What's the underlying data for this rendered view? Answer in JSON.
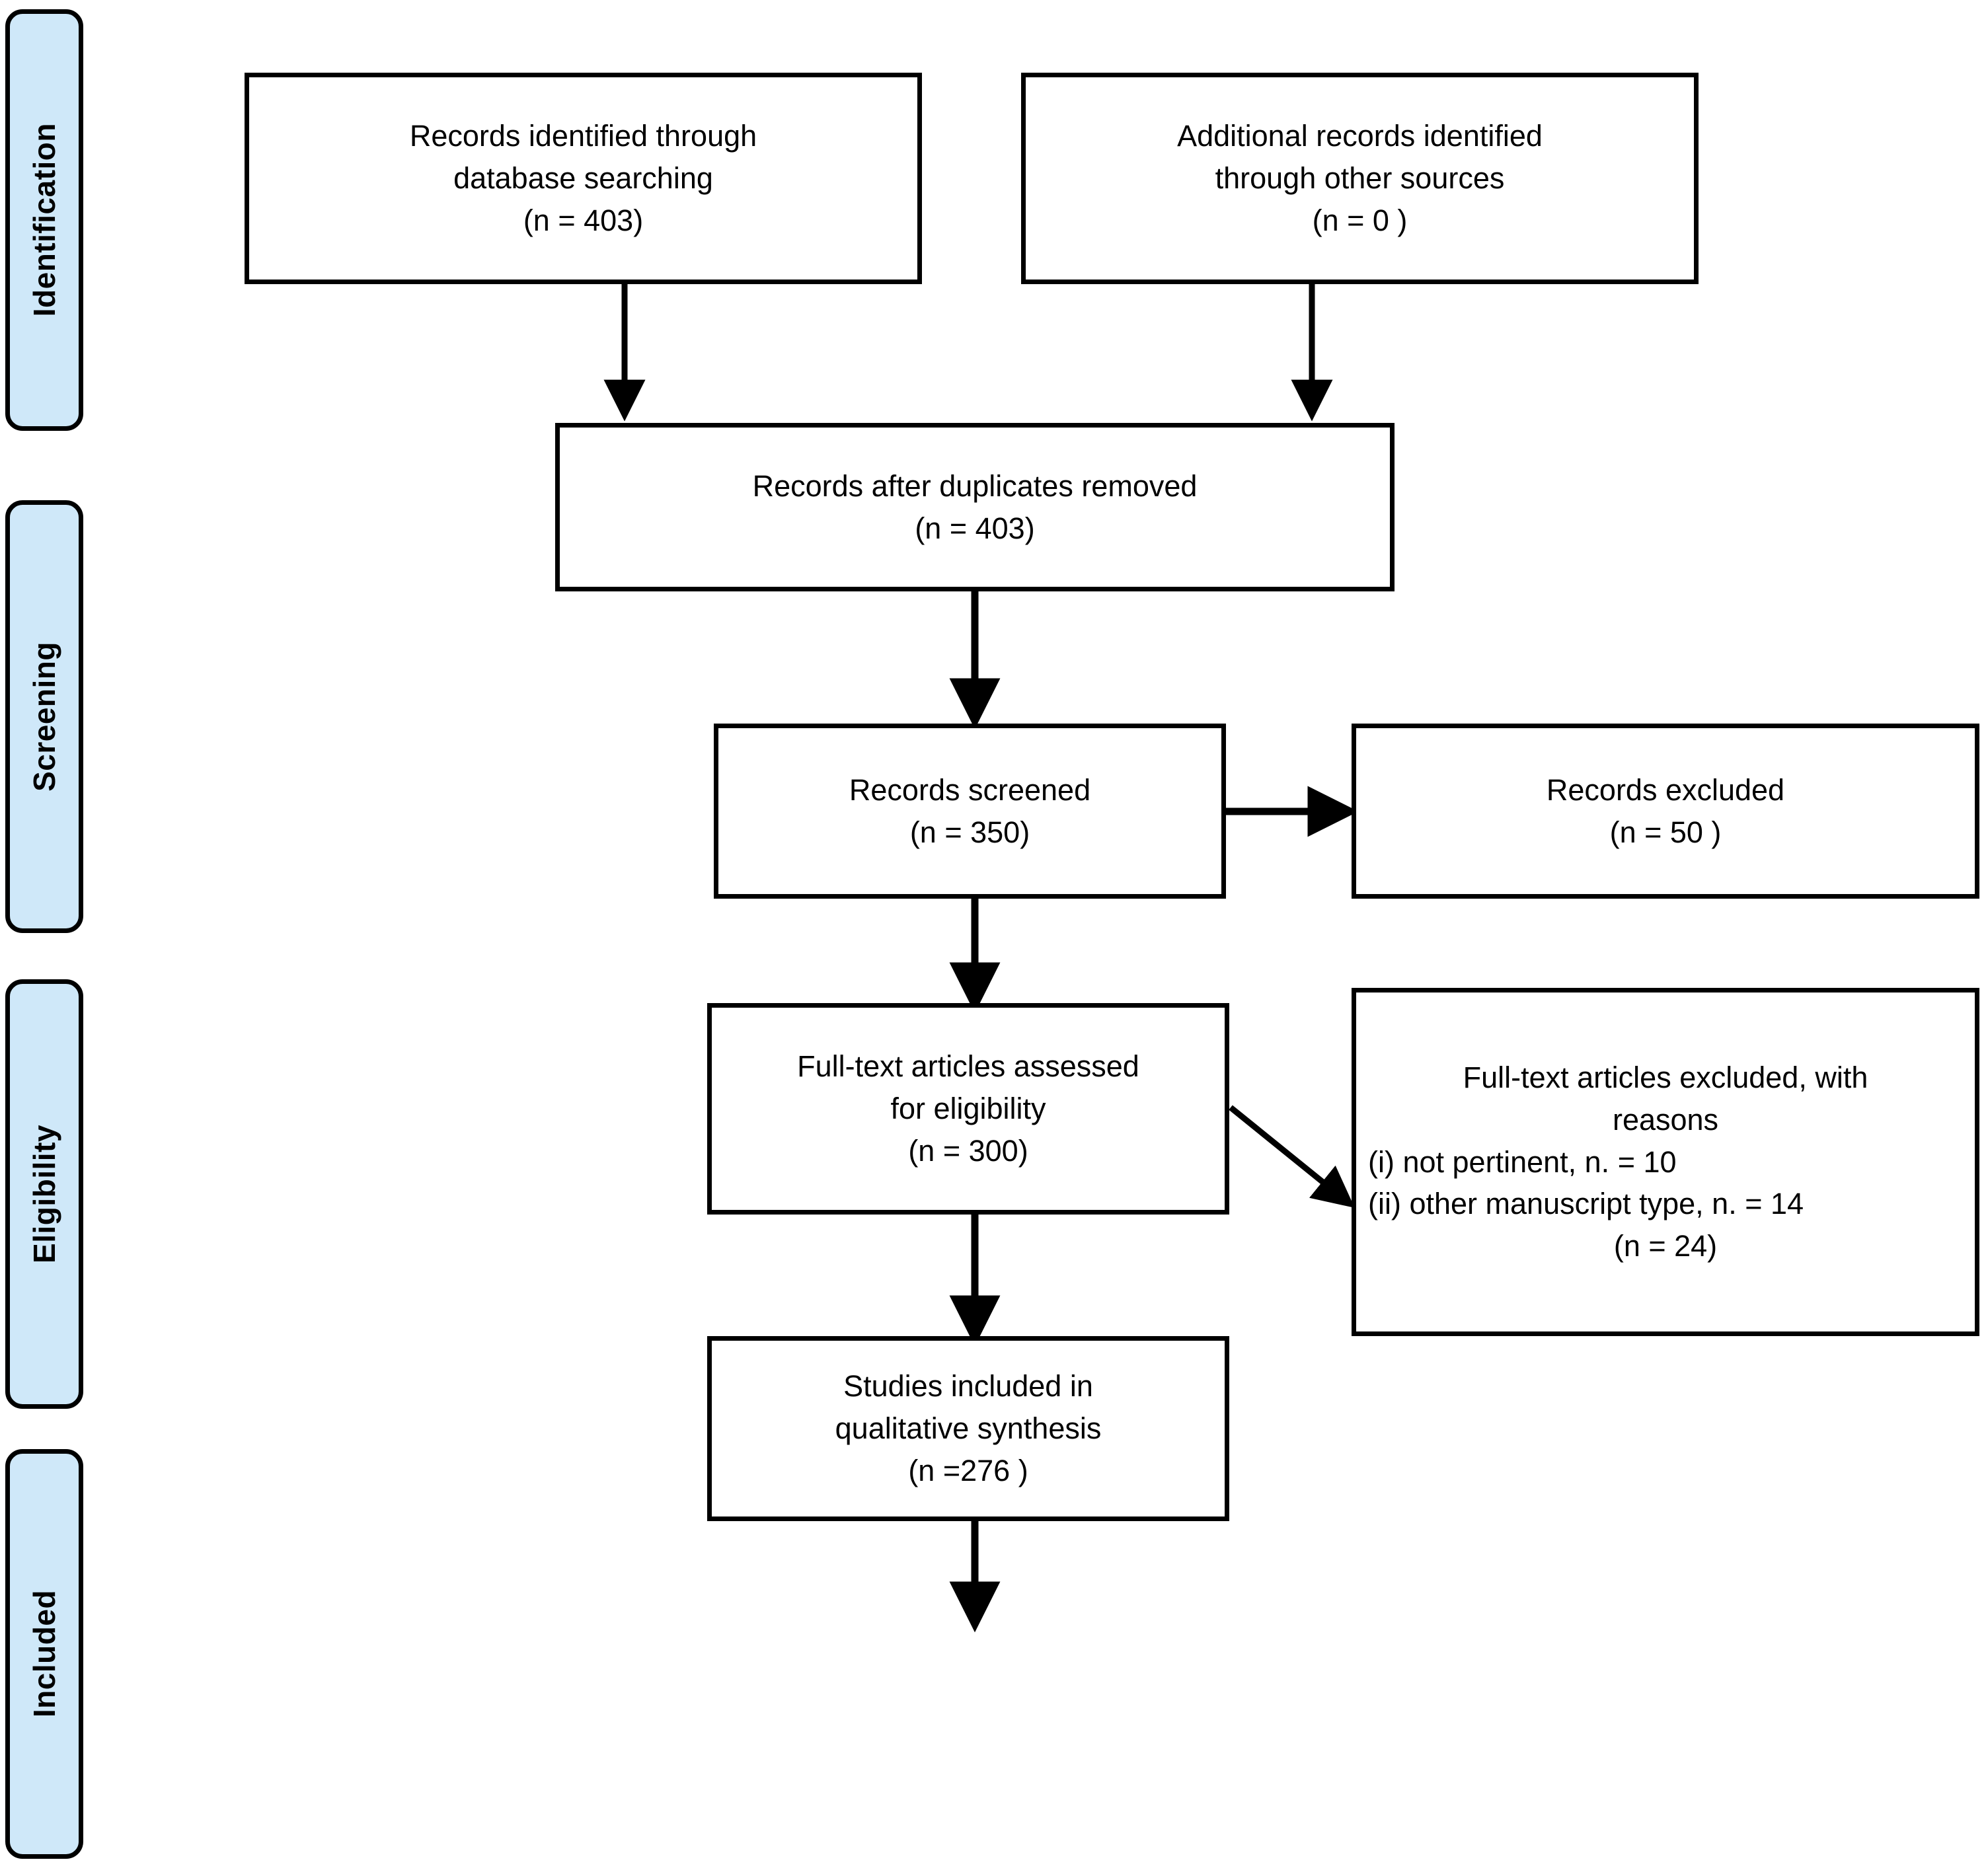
{
  "diagram": {
    "type": "prisma-flow-diagram",
    "title": "PRISMA flow diagram",
    "accent_color": "#cfe8f9",
    "line_color": "#000000",
    "background": "#ffffff"
  },
  "stages": [
    {
      "id": "identification",
      "label": "Identification"
    },
    {
      "id": "screening",
      "label": "Screening"
    },
    {
      "id": "eligibility",
      "label": "Eligibility"
    },
    {
      "id": "included",
      "label": "Included"
    }
  ],
  "boxes": {
    "database_search": {
      "id": "records-identified-database",
      "lines": [
        "Records identified through",
        "database searching",
        "(n = 403)"
      ],
      "count": 403
    },
    "other_sources": {
      "id": "additional-records-other-sources",
      "lines": [
        "Additional records identified",
        "through other sources",
        "(n = 0 )"
      ],
      "count": 0
    },
    "duplicates_removed": {
      "id": "records-after-duplicates-removed",
      "lines": [
        "Records after duplicates removed",
        "(n = 403)"
      ],
      "count": 403
    },
    "records_screened": {
      "id": "records-screened",
      "lines": [
        "Records screened",
        "(n = 350)"
      ],
      "count": 350
    },
    "records_excluded": {
      "id": "records-excluded",
      "lines": [
        "Records excluded",
        "(n = 50 )"
      ],
      "count": 50
    },
    "fulltext_assessed": {
      "id": "full-text-articles-assessed",
      "lines": [
        "Full-text articles assessed",
        "for eligibility",
        "(n = 300)"
      ],
      "count": 300
    },
    "fulltext_excluded": {
      "id": "full-text-articles-excluded-with-reasons",
      "lead": [
        "Full-text articles excluded, with",
        "reasons"
      ],
      "reasons": [
        "(i) not pertinent, n. = 10",
        "(ii) other manuscript type, n. = 14"
      ],
      "total": "(n = 24)",
      "count": 24,
      "reason_counts": [
        10,
        14
      ]
    },
    "studies_included": {
      "id": "studies-included-qualitative-synthesis",
      "lines": [
        "Studies included in",
        "qualitative synthesis",
        "(n =276 )"
      ],
      "count": 276
    }
  },
  "chart_data": {
    "type": "diagram",
    "title": "PRISMA flow diagram",
    "nodes": [
      {
        "key": "database_search",
        "stage": "Identification",
        "label": "Records identified through database searching",
        "n": 403
      },
      {
        "key": "other_sources",
        "stage": "Identification",
        "label": "Additional records identified through other sources",
        "n": 0
      },
      {
        "key": "duplicates_removed",
        "stage": "Screening",
        "label": "Records after duplicates removed",
        "n": 403
      },
      {
        "key": "records_screened",
        "stage": "Screening",
        "label": "Records screened",
        "n": 350
      },
      {
        "key": "records_excluded",
        "stage": "Screening",
        "label": "Records excluded",
        "n": 50
      },
      {
        "key": "fulltext_assessed",
        "stage": "Eligibility",
        "label": "Full-text articles assessed for eligibility",
        "n": 300
      },
      {
        "key": "fulltext_excluded",
        "stage": "Eligibility",
        "label": "Full-text articles excluded, with reasons",
        "n": 24
      },
      {
        "key": "studies_included",
        "stage": "Included",
        "label": "Studies included in qualitative synthesis",
        "n": 276
      }
    ],
    "edges": [
      {
        "from": "database_search",
        "to": "duplicates_removed"
      },
      {
        "from": "other_sources",
        "to": "duplicates_removed"
      },
      {
        "from": "duplicates_removed",
        "to": "records_screened"
      },
      {
        "from": "records_screened",
        "to": "records_excluded"
      },
      {
        "from": "records_screened",
        "to": "fulltext_assessed"
      },
      {
        "from": "fulltext_assessed",
        "to": "fulltext_excluded"
      },
      {
        "from": "fulltext_assessed",
        "to": "studies_included"
      },
      {
        "from": "studies_included",
        "to": null
      }
    ]
  }
}
